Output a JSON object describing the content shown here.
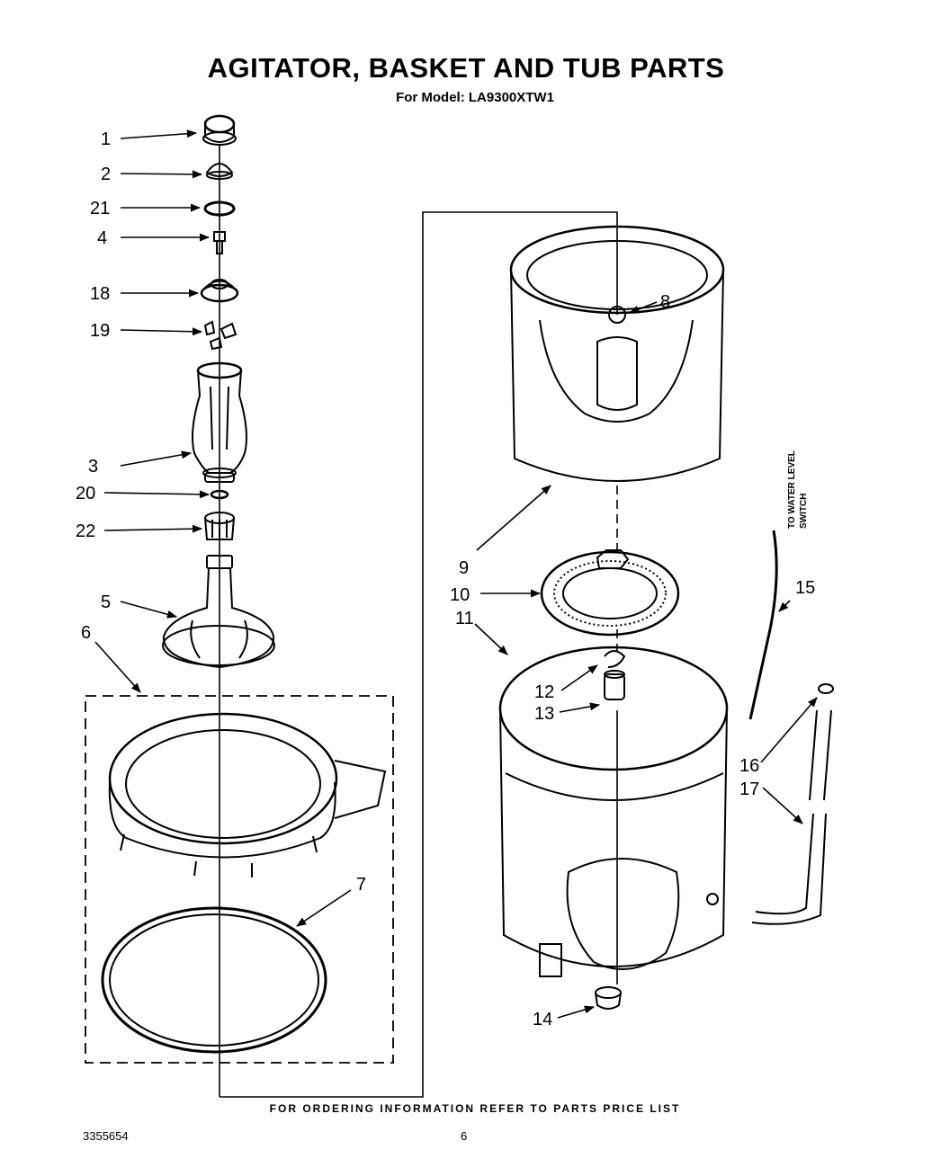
{
  "title": "AGITATOR, BASKET AND TUB PARTS",
  "subtitle": "For Model: LA9300XTW1",
  "water_level_note": [
    "TO WATER LEVEL",
    "SWITCH"
  ],
  "footer": "FOR ORDERING INFORMATION REFER TO PARTS PRICE LIST",
  "document_number": "3355654",
  "page_number": "6",
  "callouts": {
    "c1": "1",
    "c2": "2",
    "c21": "21",
    "c4": "4",
    "c18": "18",
    "c19": "19",
    "c3": "3",
    "c20": "20",
    "c22": "22",
    "c5": "5",
    "c6": "6",
    "c7": "7",
    "c8": "8",
    "c9": "9",
    "c10": "10",
    "c11": "11",
    "c12": "12",
    "c13": "13",
    "c14": "14",
    "c15": "15",
    "c16": "16",
    "c17": "17"
  }
}
